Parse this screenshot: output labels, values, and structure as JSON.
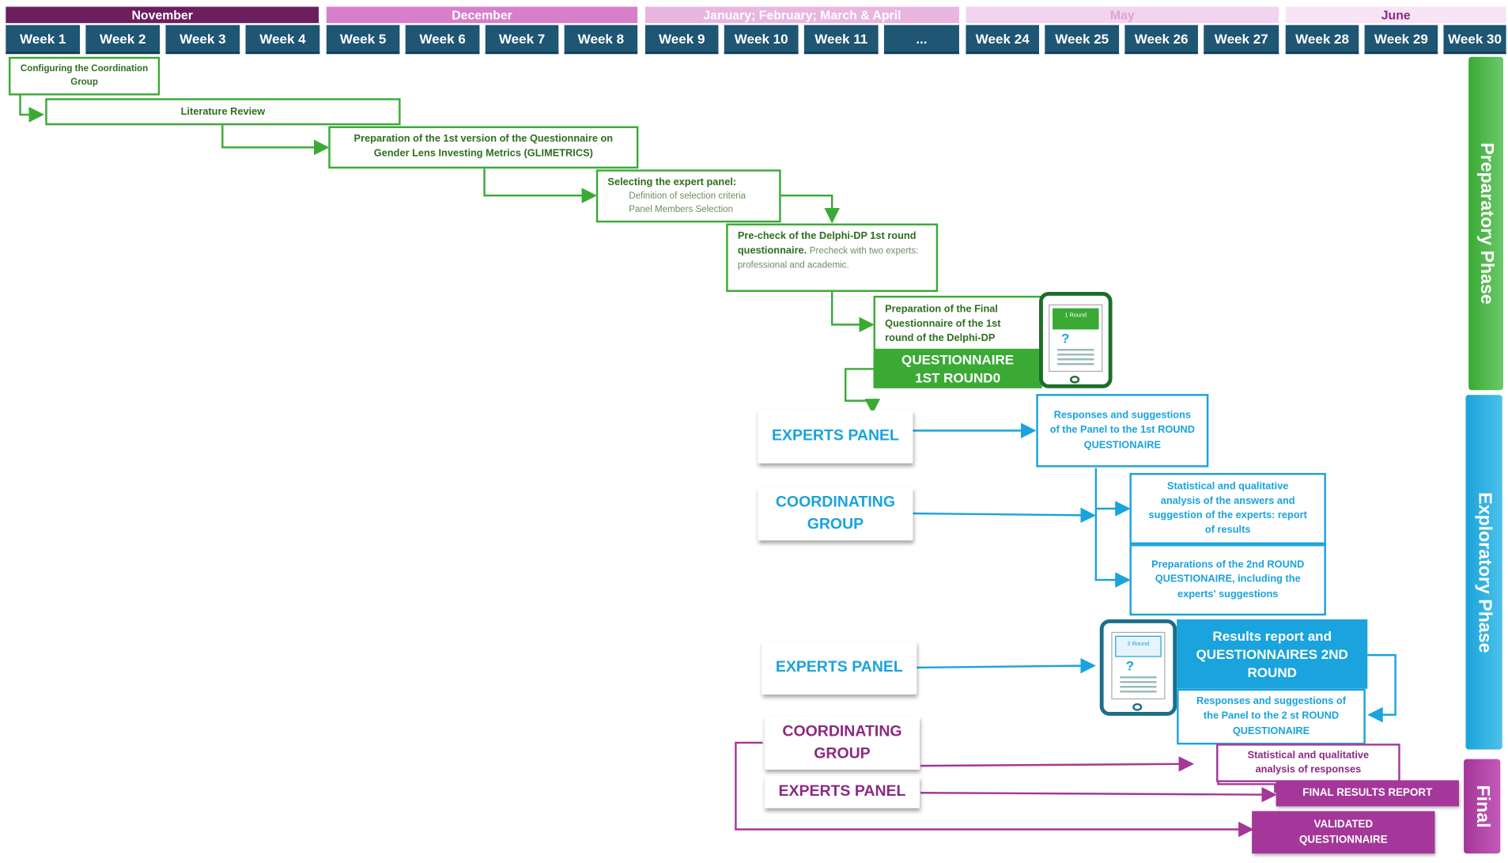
{
  "timeline": {
    "months": [
      {
        "label": "November",
        "color": "#6b1f5e"
      },
      {
        "label": "December",
        "color": "#d77fcb"
      },
      {
        "label": "January; February; March & April",
        "color": "#e8b6e0"
      },
      {
        "label": "May",
        "color": "#f2d4ee"
      },
      {
        "label": "June",
        "color": "#f7e4f4"
      }
    ],
    "weeks": [
      "Week 1",
      "Week 2",
      "Week 3",
      "Week 4",
      "Week 5",
      "Week 6",
      "Week 7",
      "Week 8",
      "Week 9",
      "Week 10",
      "Week 11",
      "...",
      "Week 24",
      "Week 25",
      "Week 26",
      "Week 27",
      "Week 28",
      "Week 29",
      "Week 30"
    ]
  },
  "preparatory": {
    "configuring": "Configuring the Coordination Group",
    "literature": "Literature Review",
    "prep_questionnaire": "Preparation of the 1st version of the Questionnaire on Gender Lens Investing Metrics (GLIMETRICS)",
    "selecting_title": "Selecting the expert panel:",
    "selecting_line1": "Definition of selection criteria",
    "selecting_line2": "Panel Members Selection",
    "precheck_bold": "Pre-check of the Delphi-DP 1st round questionnaire.",
    "precheck_rest": "Precheck with two experts: professional and academic.",
    "final_prep": "Preparation of the Final Questionnaire of the 1st round of the Delphi-DP",
    "questionnaire_banner": "QUESTIONNAIRE 1ST ROUND0",
    "phone1_label": "1 Round"
  },
  "exploratory": {
    "experts_panel_1": "EXPERTS PANEL",
    "coordinating_1": "COORDINATING GROUP",
    "responses_1": "Responses and suggestions of the Panel to the 1st ROUND QUESTIONAIRE",
    "statistical_1": "Statistical and qualitative analysis of the answers and suggestion of the experts: report of results",
    "prep_2nd": "Preparations of the 2nd ROUND QUESTIONAIRE, including the experts' suggestions",
    "experts_panel_2": "EXPERTS PANEL",
    "results_report": "Results report and QUESTIONNAIRES 2ND ROUND",
    "responses_2": "Responses and suggestions of the Panel to the 2 st ROUND QUESTIONAIRE",
    "phone2_label": "2 Round"
  },
  "final": {
    "coordinating_2": "COORDINATING GROUP",
    "experts_panel_3": "EXPERTS PANEL",
    "statistical_2": "Statistical and qualitative analysis of responses",
    "final_report": "FINAL RESULTS REPORT",
    "validated": "VALIDATED QUESTIONNAIRE"
  },
  "phases": {
    "preparatory": "Preparatory Phase",
    "exploratory": "Exploratory Phase",
    "final": "Final"
  },
  "colors": {
    "green": "#3aaa35",
    "blue": "#1aa3dc",
    "purple": "#a43799",
    "week_bg": "#1e5673"
  }
}
